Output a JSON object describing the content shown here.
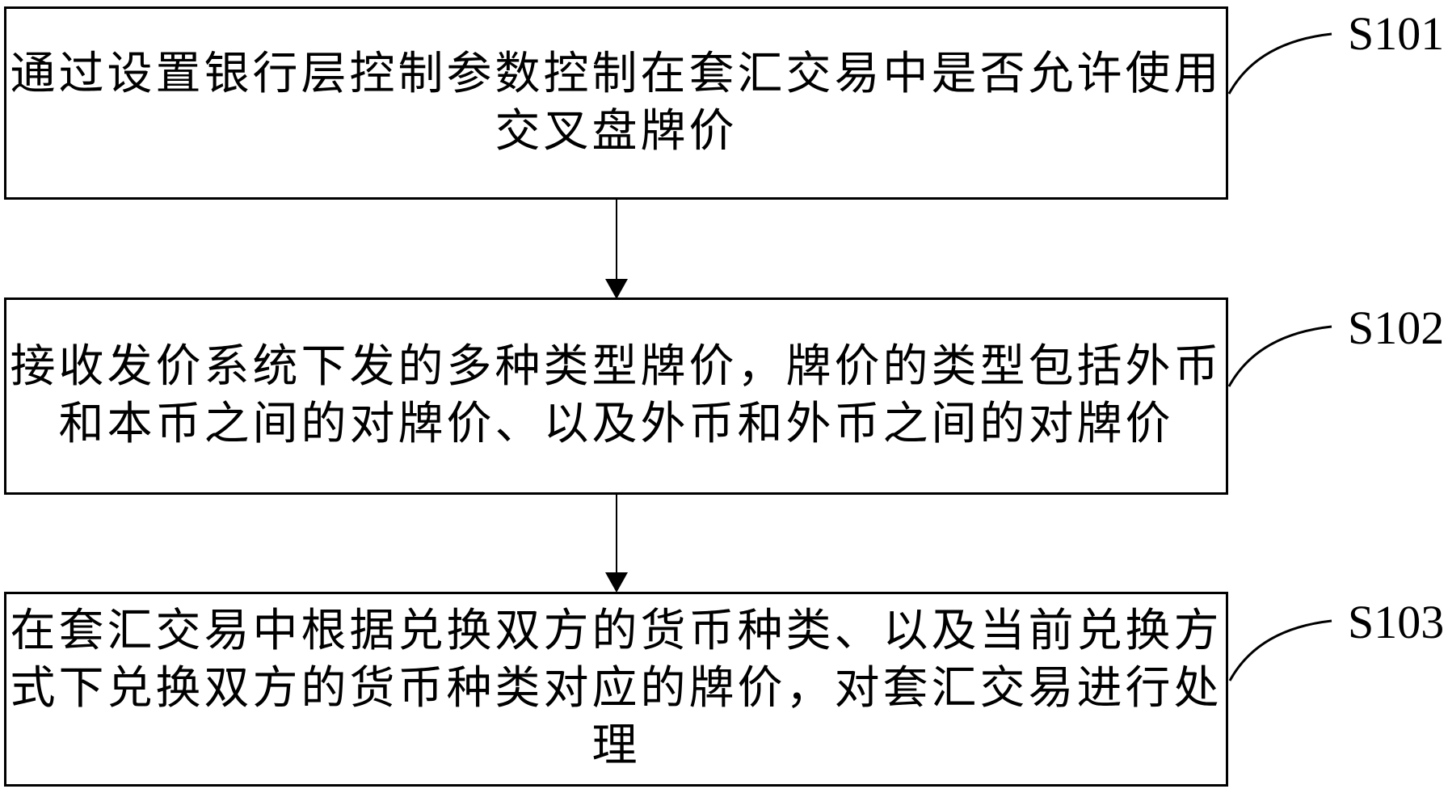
{
  "diagram": {
    "type": "flowchart",
    "colors": {
      "line": "#000000",
      "text": "#000000",
      "background": "#ffffff"
    },
    "boxes": [
      {
        "label": "S101",
        "lines": [
          "通过设置银行层控制参数控制在套汇交易中是否允许使用",
          "交叉盘牌价"
        ]
      },
      {
        "label": "S102",
        "lines": [
          "接收发价系统下发的多种类型牌价，牌价的类型包括外币",
          "和本币之间的对牌价、以及外币和外币之间的对牌价"
        ]
      },
      {
        "label": "S103",
        "lines": [
          "在套汇交易中根据兑换双方的货币种类、以及当前兑换方",
          "式下兑换双方的货币种类对应的牌价，对套汇交易进行处",
          "理"
        ]
      }
    ]
  }
}
